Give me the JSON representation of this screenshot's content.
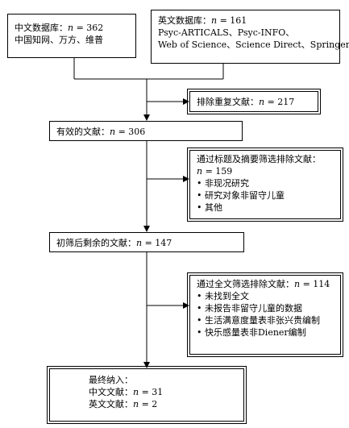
{
  "boxes": {
    "chinese_db": {
      "lines": [
        {
          "text": "中文数据库：",
          "var": "n",
          "eq": " = 362"
        },
        {
          "text": "中国知网、万方、维普"
        }
      ]
    },
    "english_db": {
      "lines": [
        {
          "text": "英文数据库：",
          "var": "n",
          "eq": " = 161"
        },
        {
          "text": "Psyc-ARTICALS、Psyc-INFO、"
        },
        {
          "text": "Web of Science、Science Direct、Springer"
        }
      ]
    },
    "duplicates": {
      "lines": [
        {
          "text": "排除重复文献：",
          "var": "n",
          "eq": " = 217"
        }
      ]
    },
    "effective": {
      "lines": [
        {
          "text": "有效的文献：",
          "var": "n",
          "eq": " = 306"
        }
      ]
    },
    "title_screen": {
      "lines": [
        {
          "text": "通过标题及摘要筛选排除文献："
        },
        {
          "text": "",
          "var": "n",
          "eq": " = 159"
        },
        {
          "text": "• 非现况研究"
        },
        {
          "text": "• 研究对象非留守儿童"
        },
        {
          "text": "• 其他"
        }
      ]
    },
    "preliminary": {
      "lines": [
        {
          "text": "初筛后剩余的文献：",
          "var": "n",
          "eq": " = 147"
        }
      ]
    },
    "fulltext_screen": {
      "lines": [
        {
          "text": "通过全文筛选排除文献：",
          "var": "n",
          "eq": " = 114"
        },
        {
          "text": "• 未找到全文"
        },
        {
          "text": "• 未报告非留守儿童的数据"
        },
        {
          "text": "• 生活满意度量表非张兴贵编制"
        },
        {
          "text": "• 快乐感量表非Diener编制"
        }
      ]
    },
    "final": {
      "lines": [
        {
          "text": "最终纳入："
        },
        {
          "text": "中文文献：",
          "var": "n",
          "eq": " = 31"
        },
        {
          "text": "英文文献：",
          "var": "n",
          "eq": " = 2"
        }
      ]
    }
  }
}
